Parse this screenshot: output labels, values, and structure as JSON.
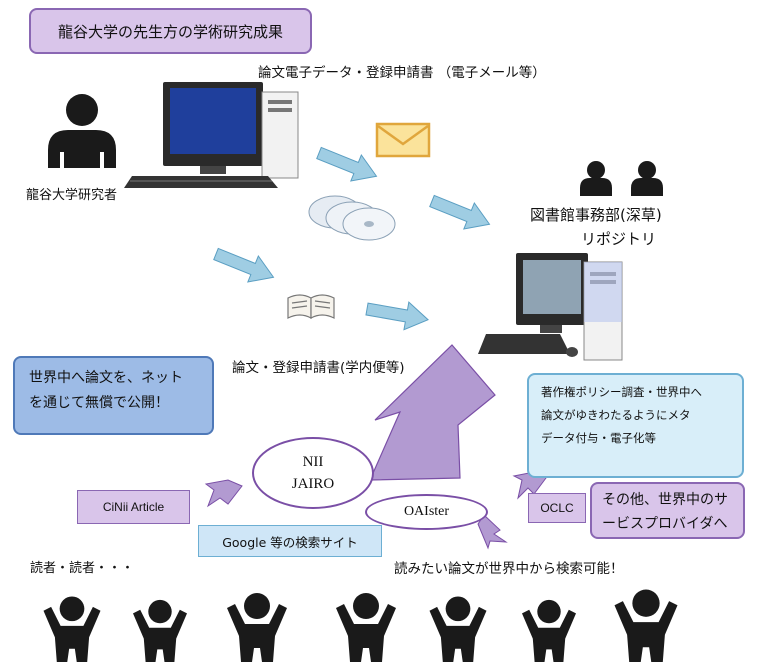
{
  "title": "龍谷大学の先生方の学術研究成果",
  "labels": {
    "email_line": "論文電子データ・登録申請書 （電子メール等）",
    "researcher": "龍谷大学研究者",
    "library_line1": "図書館事務部(深草)",
    "library_line2": "リポジトリ",
    "paper_line": "論文・登録申請書(学内便等)",
    "readers": "読者・読者・・・",
    "searchable": "読みたい論文が世界中から検索可能！"
  },
  "blue_box": {
    "line1": "世界中へ論文を、ネット",
    "line2": "を通じて無償で公開！"
  },
  "cyan_box": {
    "line1": "著作権ポリシー調査・世界中へ",
    "line2": "論文がゆきわたるようにメタ",
    "line3": "データ付与・電子化等"
  },
  "nii": {
    "line1": "NII",
    "line2": "JAIRO"
  },
  "oaister": "OAIster",
  "cinii": "CiNii Article",
  "google": "Google 等の検索サイト",
  "oclc": "OCLC",
  "service_providers": {
    "line1": "その他、世界中のサ",
    "line2": "ービスプロバイダへ"
  },
  "icons": [
    "person-icon",
    "desktop-computer-icon",
    "email-envelope-icon",
    "cd-discs-icon",
    "open-book-icon",
    "server-computer-icon",
    "reader-person-icon"
  ],
  "colors": {
    "purple_fill": "#d9c5ea",
    "purple_border": "#8a67b3",
    "blue_fill": "#9dbbe6",
    "cyan_fill": "#d8eef9",
    "arrow_blue": "#9fcde3",
    "arrow_purple": "#b29ad1"
  }
}
